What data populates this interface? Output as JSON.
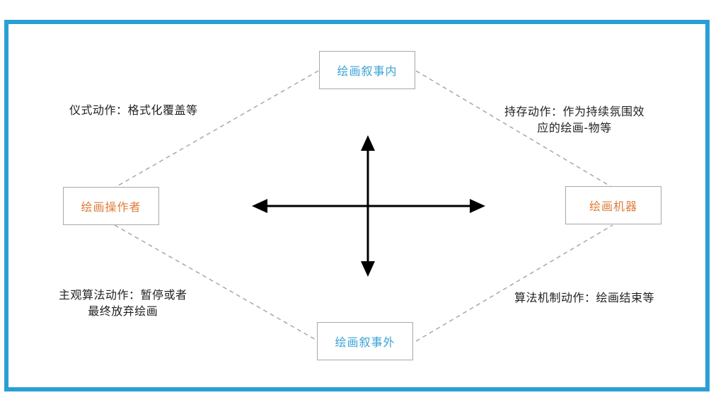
{
  "colors": {
    "frame_border": "#2a9fd4",
    "node_text_blue": "#3aa3d6",
    "node_text_orange": "#e07b39",
    "dashed_line": "#a8a8a8",
    "arrow": "#000000"
  },
  "nodes": {
    "top": "绘画叙事内",
    "bottom": "绘画叙事外",
    "left": "绘画操作者",
    "right": "绘画机器"
  },
  "quadrant_labels": {
    "top_left": "仪式动作：格式化覆盖等",
    "top_right_line1": "持存动作：作为持续氛围效",
    "top_right_line2": "应的绘画-物等",
    "bottom_left_line1": "主观算法动作：暂停或者",
    "bottom_left_line2": "最终放弃绘画",
    "bottom_right": "算法机制动作：绘画结束等"
  }
}
